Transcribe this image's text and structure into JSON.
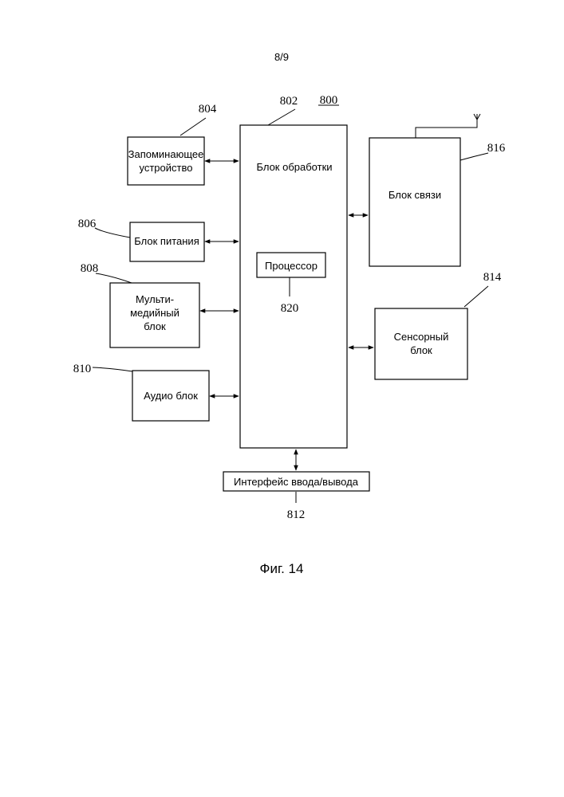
{
  "page": {
    "number": "8/9",
    "caption": "Фиг. 14"
  },
  "diagram": {
    "ref_main": "800",
    "processing_block": {
      "label": "Блок обработки",
      "ref": "802"
    },
    "processor": {
      "label": "Процессор",
      "ref": "820"
    },
    "memory": {
      "lines": [
        "Запоминающее",
        "устройство"
      ],
      "ref": "804"
    },
    "power": {
      "label": "Блок питания",
      "ref": "806"
    },
    "multimedia": {
      "lines": [
        "Мульти-",
        "медийный",
        "блок"
      ],
      "ref": "808"
    },
    "audio": {
      "label": "Аудио блок",
      "ref": "810"
    },
    "io_interface": {
      "label": "Интерфейс ввода/вывода",
      "ref": "812"
    },
    "sensor": {
      "lines": [
        "Сенсорный",
        "блок"
      ],
      "ref": "814"
    },
    "communication": {
      "label": "Блок связи",
      "ref": "816"
    }
  }
}
